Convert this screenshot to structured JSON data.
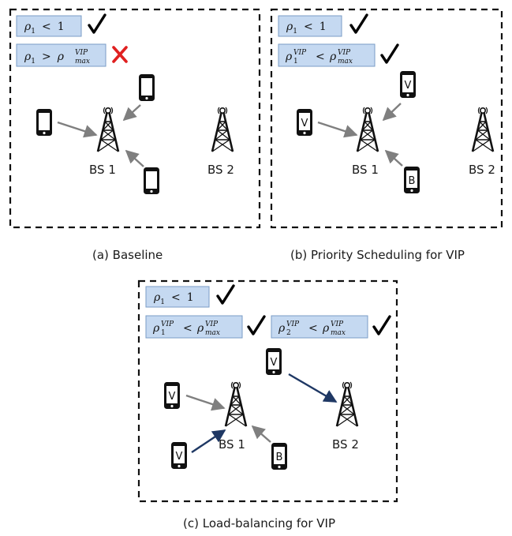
{
  "panels": {
    "a": {
      "caption": "(a) Baseline",
      "cond1": {
        "lhs": "ρ",
        "lhs_sub": "1",
        "op": "<",
        "rhs": "1",
        "status": "check"
      },
      "cond2": {
        "lhs": "ρ",
        "lhs_sub": "1",
        "op": ">",
        "rhs": "ρ",
        "rhs_sup": "VIP",
        "rhs_sub": "max",
        "status": "cross"
      },
      "bs1": "BS 1",
      "bs2": "BS 2"
    },
    "b": {
      "caption": "(b) Priority Scheduling for VIP",
      "cond1": {
        "lhs": "ρ",
        "lhs_sub": "1",
        "op": "<",
        "rhs": "1",
        "status": "check"
      },
      "cond2": {
        "lhs": "ρ",
        "lhs_sup": "VIP",
        "lhs_sub": "1",
        "op": "<",
        "rhs": "ρ",
        "rhs_sup": "VIP",
        "rhs_sub": "max",
        "status": "check"
      },
      "bs1": "BS 1",
      "bs2": "BS 2",
      "phones": [
        "V",
        "V",
        "B"
      ]
    },
    "c": {
      "caption": "(c) Load-balancing for VIP",
      "cond1": {
        "lhs": "ρ",
        "lhs_sub": "1",
        "op": "<",
        "rhs": "1",
        "status": "check"
      },
      "cond2": {
        "lhs": "ρ",
        "lhs_sup": "VIP",
        "lhs_sub": "1",
        "op": "<",
        "rhs": "ρ",
        "rhs_sup": "VIP",
        "rhs_sub": "max",
        "status": "check"
      },
      "cond3": {
        "lhs": "ρ",
        "lhs_sup": "VIP",
        "lhs_sub": "2",
        "op": "<",
        "rhs": "ρ",
        "rhs_sup": "VIP",
        "rhs_sub": "max",
        "status": "check"
      },
      "bs1": "BS 1",
      "bs2": "BS 2",
      "phones": [
        "V",
        "V",
        "V",
        "B"
      ]
    }
  },
  "colors": {
    "condition_box_fill": "#c5d9f1",
    "condition_box_border": "#7a9cc6",
    "gray_arrow": "#7f7f7f",
    "blue_arrow": "#1f3864",
    "cross": "#e02020",
    "check": "#000000"
  },
  "icons": [
    "cell-tower-icon",
    "smartphone-icon",
    "checkmark-icon",
    "cross-icon"
  ]
}
